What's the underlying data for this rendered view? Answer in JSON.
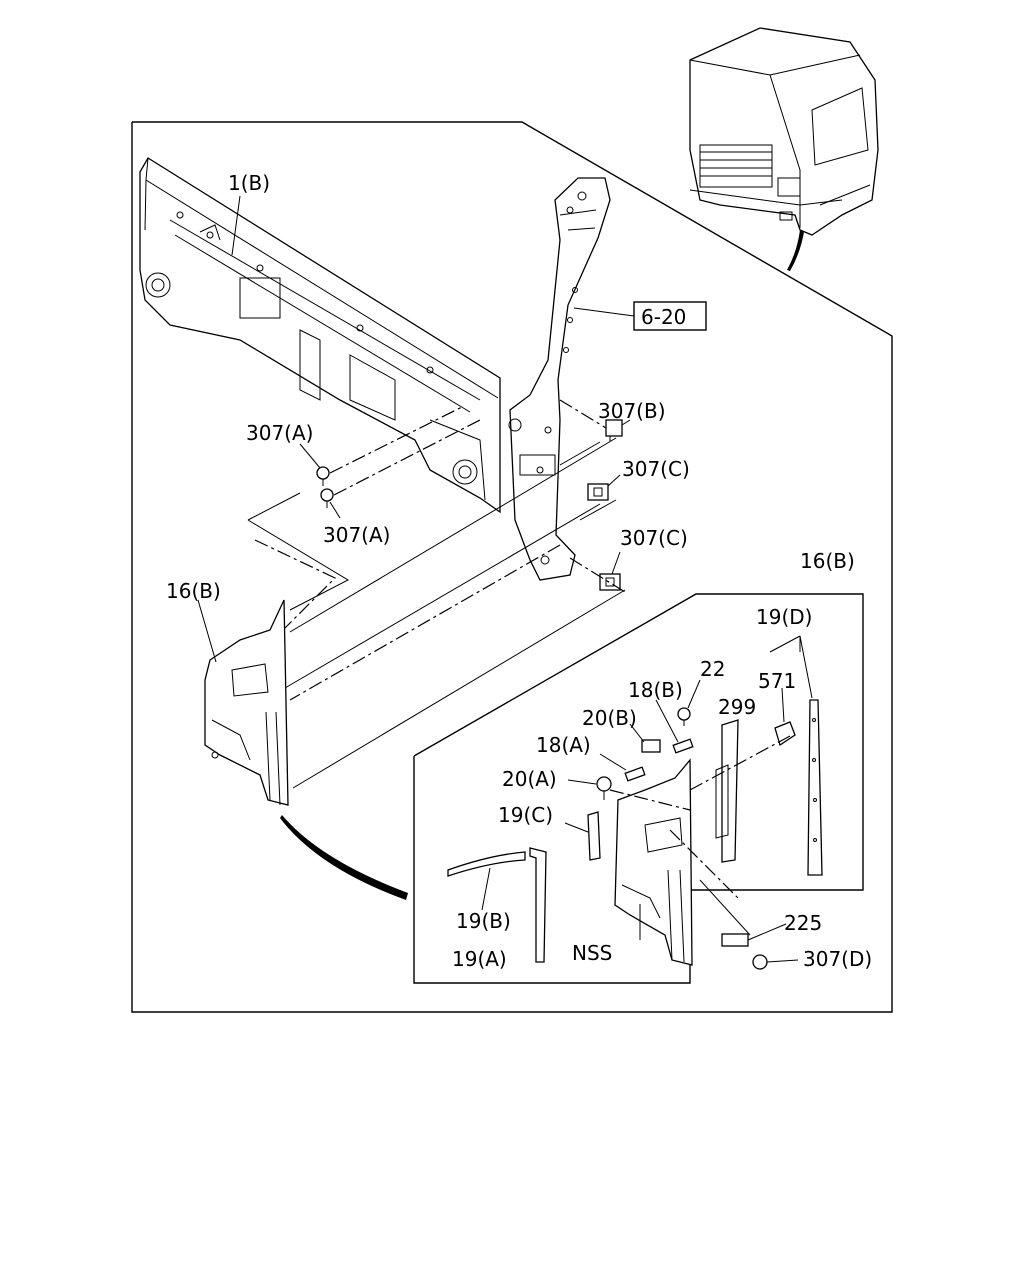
{
  "labels": {
    "panel_1b": "1(B)",
    "ref_6_20": "6-20",
    "clip_307b": "307(B)",
    "clip_307a_top": "307(A)",
    "clip_307c_top": "307(C)",
    "clip_307a_bottom": "307(A)",
    "clip_307c_bottom": "307(C)",
    "cover_16b_left": "16(B)",
    "cover_16b_right": "16(B)",
    "seal_19d": "19(D)",
    "bolt_22": "22",
    "part_571": "571",
    "part_18b": "18(B)",
    "part_299": "299",
    "part_20b": "20(B)",
    "part_18a": "18(A)",
    "part_20a": "20(A)",
    "seal_19c": "19(C)",
    "seal_19b": "19(B)",
    "seal_19a": "19(A)",
    "nss": "NSS",
    "part_225": "225",
    "clip_307d": "307(D)"
  }
}
